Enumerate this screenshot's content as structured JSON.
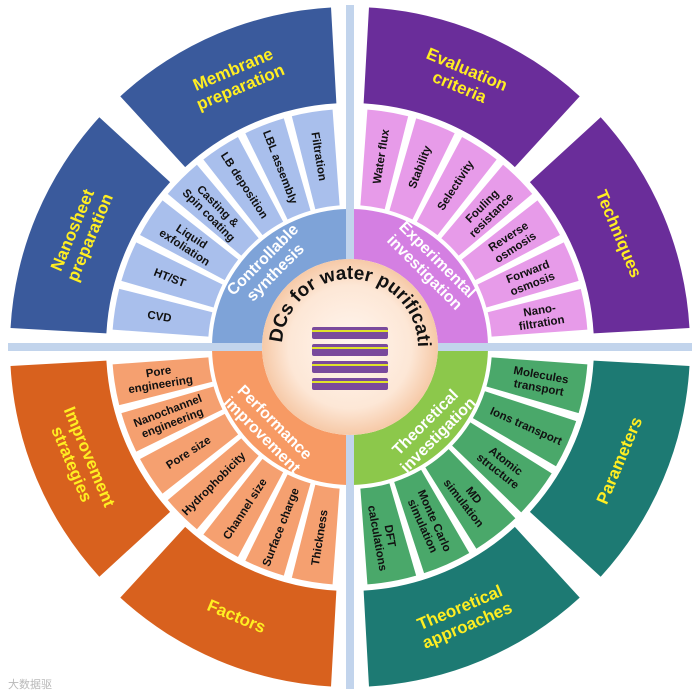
{
  "center": {
    "title": "TMDCs for water purification"
  },
  "colors": {
    "bg": "#ffffff",
    "spoke": "#c2d4ec",
    "synthesis": "#7ea3d8",
    "experimental": "#d47fe2",
    "performance": "#f79a64",
    "theoretical": "#8cc84b"
  },
  "quadrants": [
    {
      "id": "synthesis",
      "label": "Controllable synthesis",
      "label_lines": [
        "Controllable",
        "synthesis"
      ],
      "mid_color": "#a9bfec",
      "outer": [
        {
          "id": "nanosheet",
          "label_lines": [
            "Nanosheet",
            "preparation"
          ],
          "color": "#3a5a9c",
          "text_color": "#ffee22"
        },
        {
          "id": "membrane",
          "label_lines": [
            "Membrane",
            "preparation"
          ],
          "color": "#3a5a9c",
          "text_color": "#ffee22"
        }
      ],
      "items": [
        {
          "lines": [
            "CVD"
          ]
        },
        {
          "lines": [
            "HT/ST"
          ]
        },
        {
          "lines": [
            "Liquid",
            "exfoliation"
          ]
        },
        {
          "lines": [
            "Casting &",
            "Spin coating"
          ]
        },
        {
          "lines": [
            "LB deposition"
          ]
        },
        {
          "lines": [
            "LBL assembly"
          ]
        },
        {
          "lines": [
            "Filtration"
          ]
        }
      ]
    },
    {
      "id": "experimental",
      "label": "Experimental investigation",
      "label_lines": [
        "Experimental",
        "investigation"
      ],
      "mid_color": "#e79be9",
      "outer": [
        {
          "id": "evaluation",
          "label_lines": [
            "Evaluation",
            "criteria"
          ],
          "color": "#6a2d9a",
          "text_color": "#ffee22"
        },
        {
          "id": "techniques",
          "label_lines": [
            "Techniques"
          ],
          "color": "#6a2d9a",
          "text_color": "#ffee22"
        }
      ],
      "items": [
        {
          "lines": [
            "Water flux"
          ]
        },
        {
          "lines": [
            "Stability"
          ]
        },
        {
          "lines": [
            "Selectivity"
          ]
        },
        {
          "lines": [
            "Fouling",
            "resistance"
          ]
        },
        {
          "lines": [
            "Reverse",
            "osmosis"
          ]
        },
        {
          "lines": [
            "Forward",
            "osmosis"
          ]
        },
        {
          "lines": [
            "Nano-",
            "filtration"
          ]
        }
      ]
    },
    {
      "id": "theoretical",
      "label": "Theoretical investigation",
      "label_lines": [
        "Theoretical",
        "investigation"
      ],
      "mid_color": "#4aa86a",
      "outer": [
        {
          "id": "parameters",
          "label_lines": [
            "Parameters"
          ],
          "color": "#1d7a73",
          "text_color": "#ffee22"
        },
        {
          "id": "approaches",
          "label_lines": [
            "Theoretical",
            "approaches"
          ],
          "color": "#1d7a73",
          "text_color": "#ffee22"
        }
      ],
      "items": [
        {
          "lines": [
            "Molecules",
            "transport"
          ]
        },
        {
          "lines": [
            "Ions transport"
          ]
        },
        {
          "lines": [
            "Atomic",
            "structure"
          ]
        },
        {
          "lines": [
            "MD",
            "simulation"
          ]
        },
        {
          "lines": [
            "Monte Carlo",
            "simulation"
          ]
        },
        {
          "lines": [
            "DFT",
            "calculations"
          ]
        }
      ]
    },
    {
      "id": "performance",
      "label": "Performance improvement",
      "label_lines": [
        "Performance",
        "improvement"
      ],
      "mid_color": "#f5a070",
      "outer": [
        {
          "id": "factors",
          "label_lines": [
            "Factors"
          ],
          "color": "#d8611e",
          "text_color": "#ffee22"
        },
        {
          "id": "strategies",
          "label_lines": [
            "Improvement",
            "strategies"
          ],
          "color": "#d8611e",
          "text_color": "#ffee22"
        }
      ],
      "items": [
        {
          "lines": [
            "Thickness"
          ]
        },
        {
          "lines": [
            "Surface charge"
          ]
        },
        {
          "lines": [
            "Channel size"
          ]
        },
        {
          "lines": [
            "Hydrophobicity"
          ]
        },
        {
          "lines": [
            "Pore size"
          ]
        },
        {
          "lines": [
            "Nanochannel",
            "engineering"
          ]
        },
        {
          "lines": [
            "Pore",
            "engineering"
          ]
        }
      ]
    }
  ],
  "watermark": "大数据驱"
}
